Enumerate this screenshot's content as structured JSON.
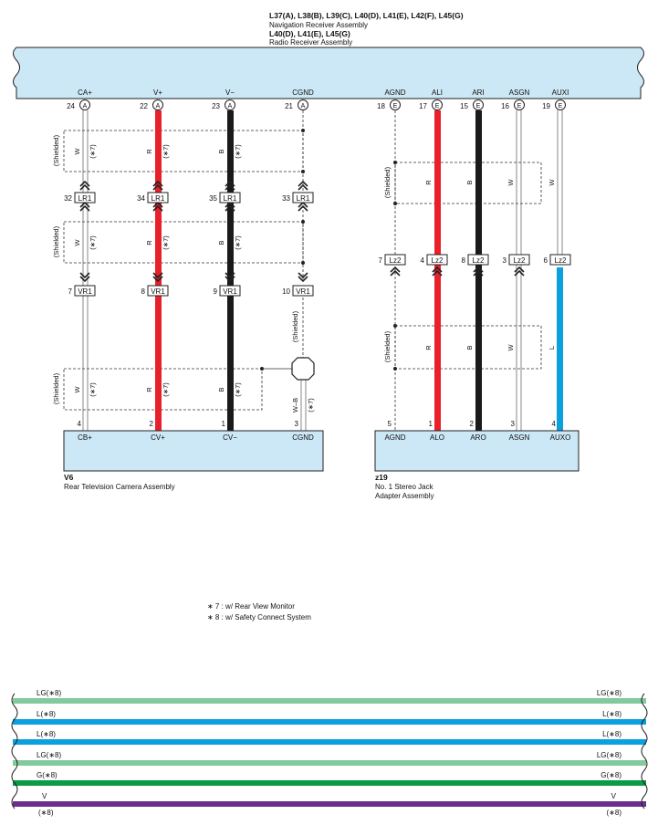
{
  "header": {
    "title_line1": "L37(A), L38(B), L39(C), L40(D), L41(E), L42(F), L45(G)",
    "title_line2": "Navigation Receiver Assembly",
    "title_line3": "L40(D), L41(E), L45(G)",
    "title_line4": "Radio Receiver Assembly"
  },
  "receiver_pins": [
    {
      "name": "CA+",
      "num": "24",
      "conn": "A"
    },
    {
      "name": "V+",
      "num": "22",
      "conn": "A"
    },
    {
      "name": "V−",
      "num": "23",
      "conn": "A"
    },
    {
      "name": "CGND",
      "num": "21",
      "conn": "A"
    },
    {
      "name": "AGND",
      "num": "18",
      "conn": "E"
    },
    {
      "name": "ALI",
      "num": "17",
      "conn": "E"
    },
    {
      "name": "ARI",
      "num": "15",
      "conn": "E"
    },
    {
      "name": "ASGN",
      "num": "16",
      "conn": "E"
    },
    {
      "name": "AUXI",
      "num": "19",
      "conn": "E"
    }
  ],
  "left_wires": [
    {
      "id": "ca",
      "color_code": "W",
      "color": "#ffffff",
      "note": "(∗7)",
      "lr1_pin": "32",
      "vr1_pin": "7",
      "end_pin": "4",
      "end_name": "CB+"
    },
    {
      "id": "v",
      "color_code": "R",
      "color": "#e8202a",
      "note": "(∗7)",
      "lr1_pin": "34",
      "vr1_pin": "8",
      "end_pin": "2",
      "end_name": "CV+"
    },
    {
      "id": "vm",
      "color_code": "B",
      "color": "#1a1a1a",
      "note": "(∗7)",
      "lr1_pin": "35",
      "vr1_pin": "9",
      "end_pin": "1",
      "end_name": "CV−"
    },
    {
      "id": "cg",
      "color_code": "W–B",
      "color": "#ffffff",
      "note": "(∗7)",
      "lr1_pin": "33",
      "vr1_pin": "10",
      "end_pin": "3",
      "end_name": "CGND"
    }
  ],
  "right_wires": [
    {
      "id": "agnd",
      "color_code": "",
      "lz2_pin": "7",
      "end_pin": "5",
      "end_name": "AGND"
    },
    {
      "id": "ali",
      "color_code": "R",
      "lz2_pin": "4",
      "end_pin": "1",
      "end_name": "ALO"
    },
    {
      "id": "ari",
      "color_code": "B",
      "lz2_pin": "8",
      "end_pin": "2",
      "end_name": "ARO"
    },
    {
      "id": "asgn",
      "color_code": "W",
      "lz2_pin": "3",
      "end_pin": "3",
      "end_name": "ASGN"
    },
    {
      "id": "auxi",
      "color_code": "W",
      "color_code_lower": "L",
      "lz2_pin": "6",
      "end_pin": "4",
      "end_name": "AUXO"
    }
  ],
  "connectors": {
    "lr1": "LR1",
    "vr1": "VR1",
    "lz2": "Lz2"
  },
  "shielded_label": "(Shielded)",
  "v6": {
    "code": "V6",
    "name": "Rear Television Camera Assembly"
  },
  "z19": {
    "code": "z19",
    "name_line1": "No.  1 Stereo Jack",
    "name_line2": "Adapter Assembly"
  },
  "notes": [
    "∗ 7 : w/ Rear View Monitor",
    "∗ 8 : w/ Safety Connect System"
  ],
  "bottom_wires": [
    {
      "label": "LG(∗8)",
      "color": "#82c99b"
    },
    {
      "label": "L(∗8)",
      "color": "#0aa1de"
    },
    {
      "label": "L(∗8)",
      "color": "#0aa1de"
    },
    {
      "label": "LG(∗8)",
      "color": "#82c99b"
    },
    {
      "label": "G(∗8)",
      "color": "#0b9a48"
    },
    {
      "label": "V",
      "color": "#6a2f8f",
      "sublabel": "(∗8)"
    }
  ],
  "colors": {
    "box_fill": "#cce7f5",
    "red": "#e8202a",
    "black": "#1a1a1a",
    "blue": "#0aa1de"
  }
}
